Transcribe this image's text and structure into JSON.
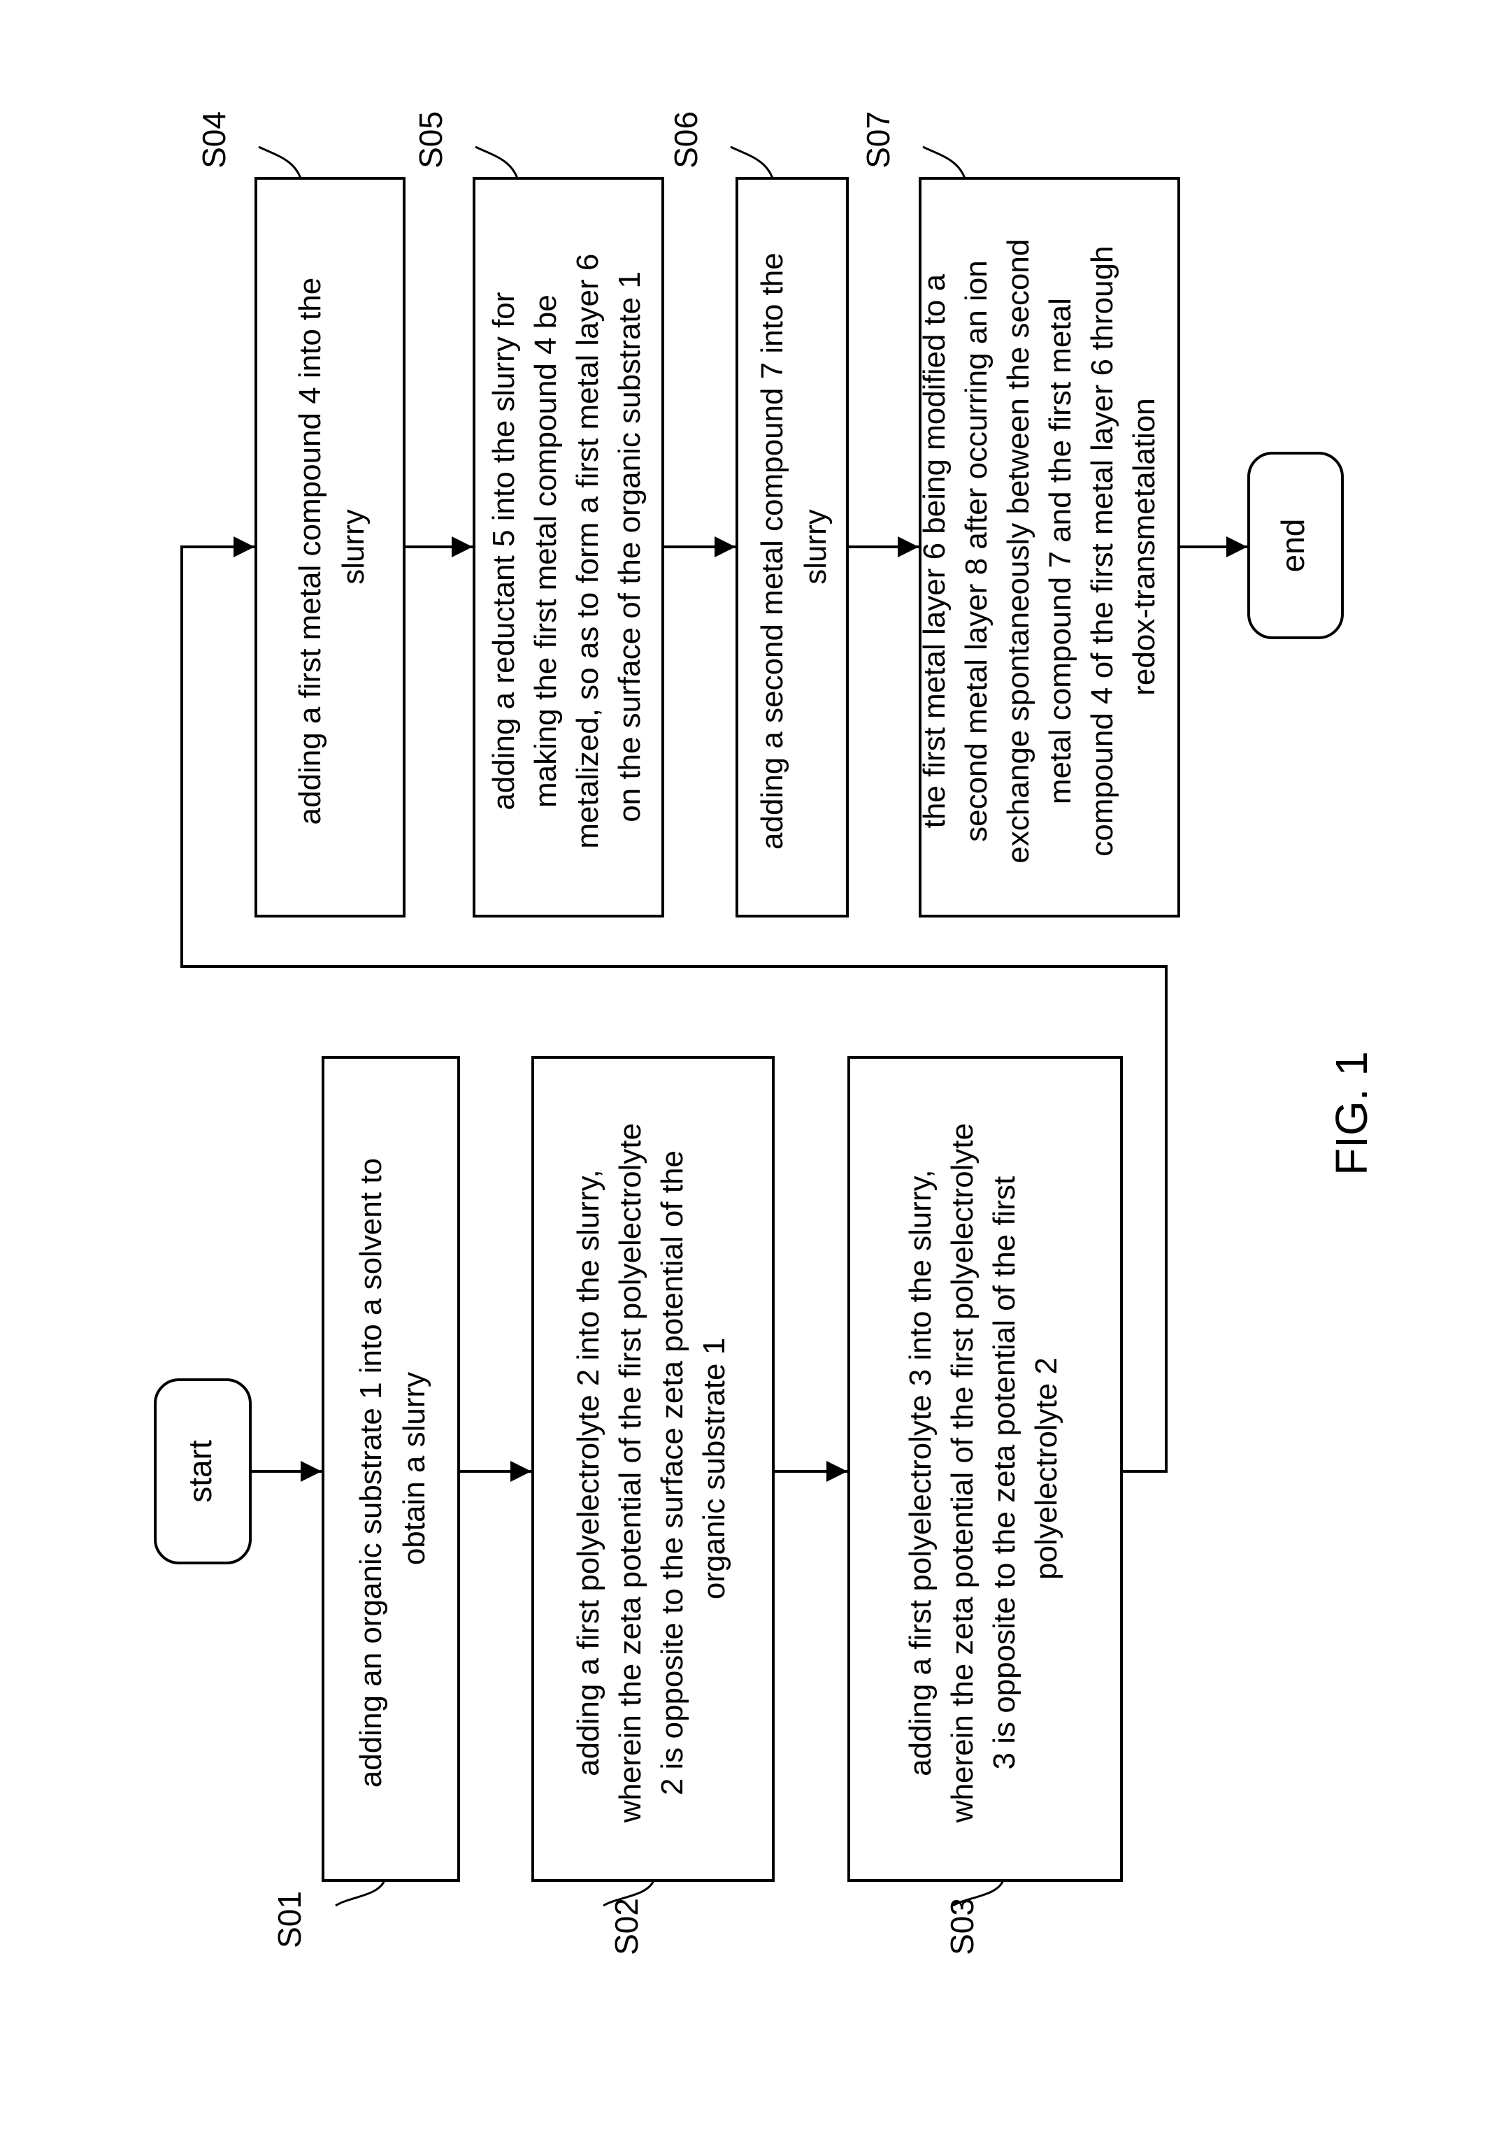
{
  "figure": {
    "caption": "FIG. 1",
    "start_label": "start",
    "end_label": "end"
  },
  "steps": [
    {
      "id": "S01",
      "lines": [
        "adding an organic substrate 1 into a solvent to",
        "obtain a slurry"
      ]
    },
    {
      "id": "S02",
      "lines": [
        "adding a first polyelectrolyte 2 into the slurry,",
        "wherein the zeta potential of the first polyelectrolyte",
        "2 is opposite to the surface zeta potential of the",
        "organic substrate 1"
      ]
    },
    {
      "id": "S03",
      "lines": [
        "adding a first polyelectrolyte 3 into the slurry,",
        "wherein the zeta potential of the first polyelectrolyte",
        "3 is opposite to the zeta potential of the first",
        "polyelectrolyte 2"
      ]
    },
    {
      "id": "S04",
      "lines": [
        "adding a first metal compound 4 into the",
        "slurry"
      ]
    },
    {
      "id": "S05",
      "lines": [
        "adding a reductant 5 into the slurry for",
        "making the first metal compound 4 be",
        "metalized, so as to form a first metal layer 6",
        "on the surface of the organic substrate 1"
      ]
    },
    {
      "id": "S06",
      "lines": [
        "adding a second metal compound 7 into the",
        "slurry"
      ]
    },
    {
      "id": "S07",
      "lines": [
        "the first metal layer 6 being modified to a",
        "second metal layer 8 after occurring an ion",
        "exchange spontaneously between the second",
        "metal compound 7 and the first metal",
        "compound 4 of the first metal layer 6 through",
        "redox-transmetalation"
      ]
    }
  ]
}
